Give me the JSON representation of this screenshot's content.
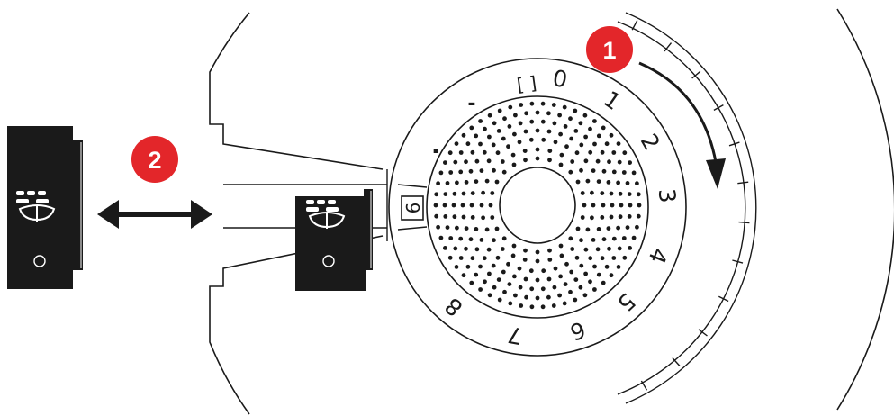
{
  "figure": {
    "dial": {
      "numbers": [
        "0",
        "1",
        "2",
        "3",
        "4",
        "5",
        "6",
        "7",
        "8"
      ],
      "selected_number": "9",
      "marks": [
        "[ ]",
        "-",
        "."
      ]
    },
    "steps": {
      "step_1": "1",
      "step_2": "2"
    },
    "colors": {
      "step_marker": "#e3262a",
      "ink": "#1a1a1a",
      "background": "#ffffff"
    },
    "icons": {
      "rotation_arrow": "curved-arrow-icon",
      "move_arrow": "double-arrow-icon",
      "device": "battery-pack-icon"
    }
  }
}
